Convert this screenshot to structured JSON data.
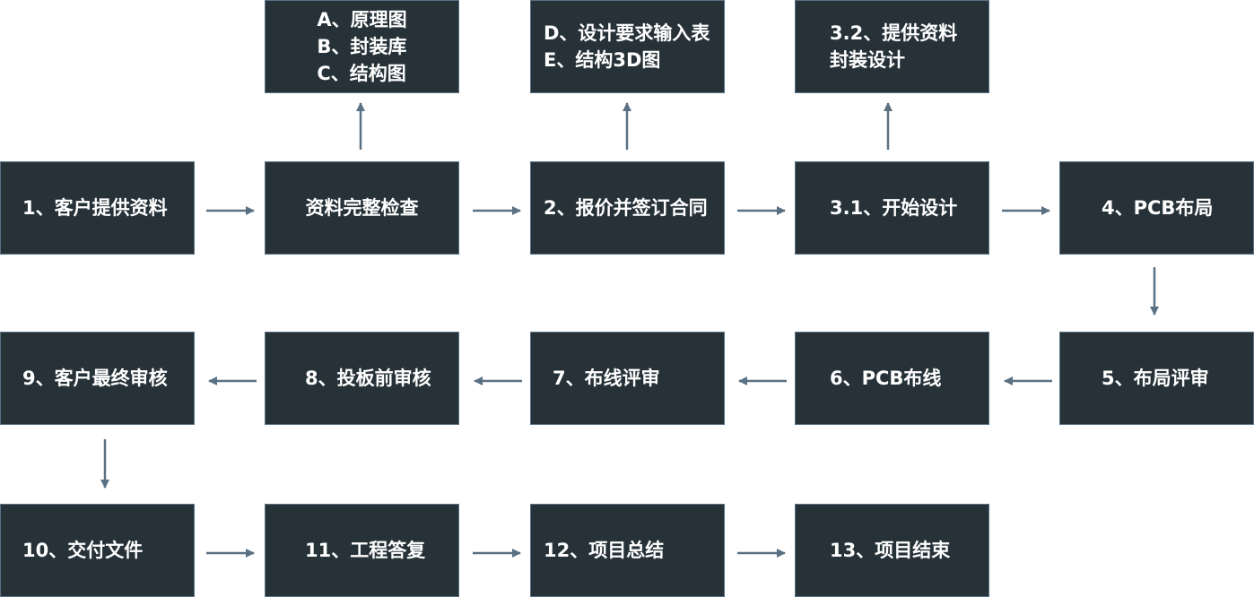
{
  "nodes": {
    "n1": "1、客户提供资料",
    "check": "资料完整检查",
    "n2": "2、报价并签订合同",
    "n31": "3.1、开始设计",
    "n4": "4、PCB布局",
    "n5": "5、布局评审",
    "n6": "6、PCB布线",
    "n7": "7、布线评审",
    "n8": "8、投板前审核",
    "n9": "9、客户最终审核",
    "n10": "10、交付文件",
    "n11": "11、工程答复",
    "n12": "12、项目总结",
    "n13": "13、项目结束"
  },
  "notes": {
    "materials": "A、原理图\nB、封装库\nC、结构图",
    "inputs": "D、设计要求输入表\nE、结构3D图",
    "n32": "3.2、提供资料\n封装设计"
  },
  "colors": {
    "box_fill": "#263238",
    "box_border": "#5a7184",
    "arrow": "#5a7184",
    "text": "#ffffff"
  }
}
